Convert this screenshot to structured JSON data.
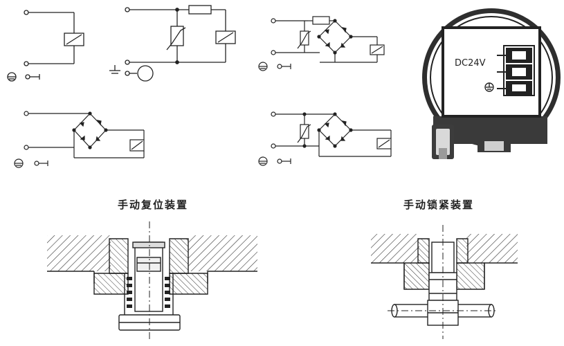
{
  "titles": {
    "manual_reset": "手动复位装置",
    "manual_lock": "手动锁紧装置"
  },
  "housing": {
    "voltage_label": "DC24V"
  },
  "colors": {
    "line": "#222222",
    "hatch": "#333333",
    "housing_dark": "#3a3a3a",
    "housing_light": "#d9d9d9"
  }
}
